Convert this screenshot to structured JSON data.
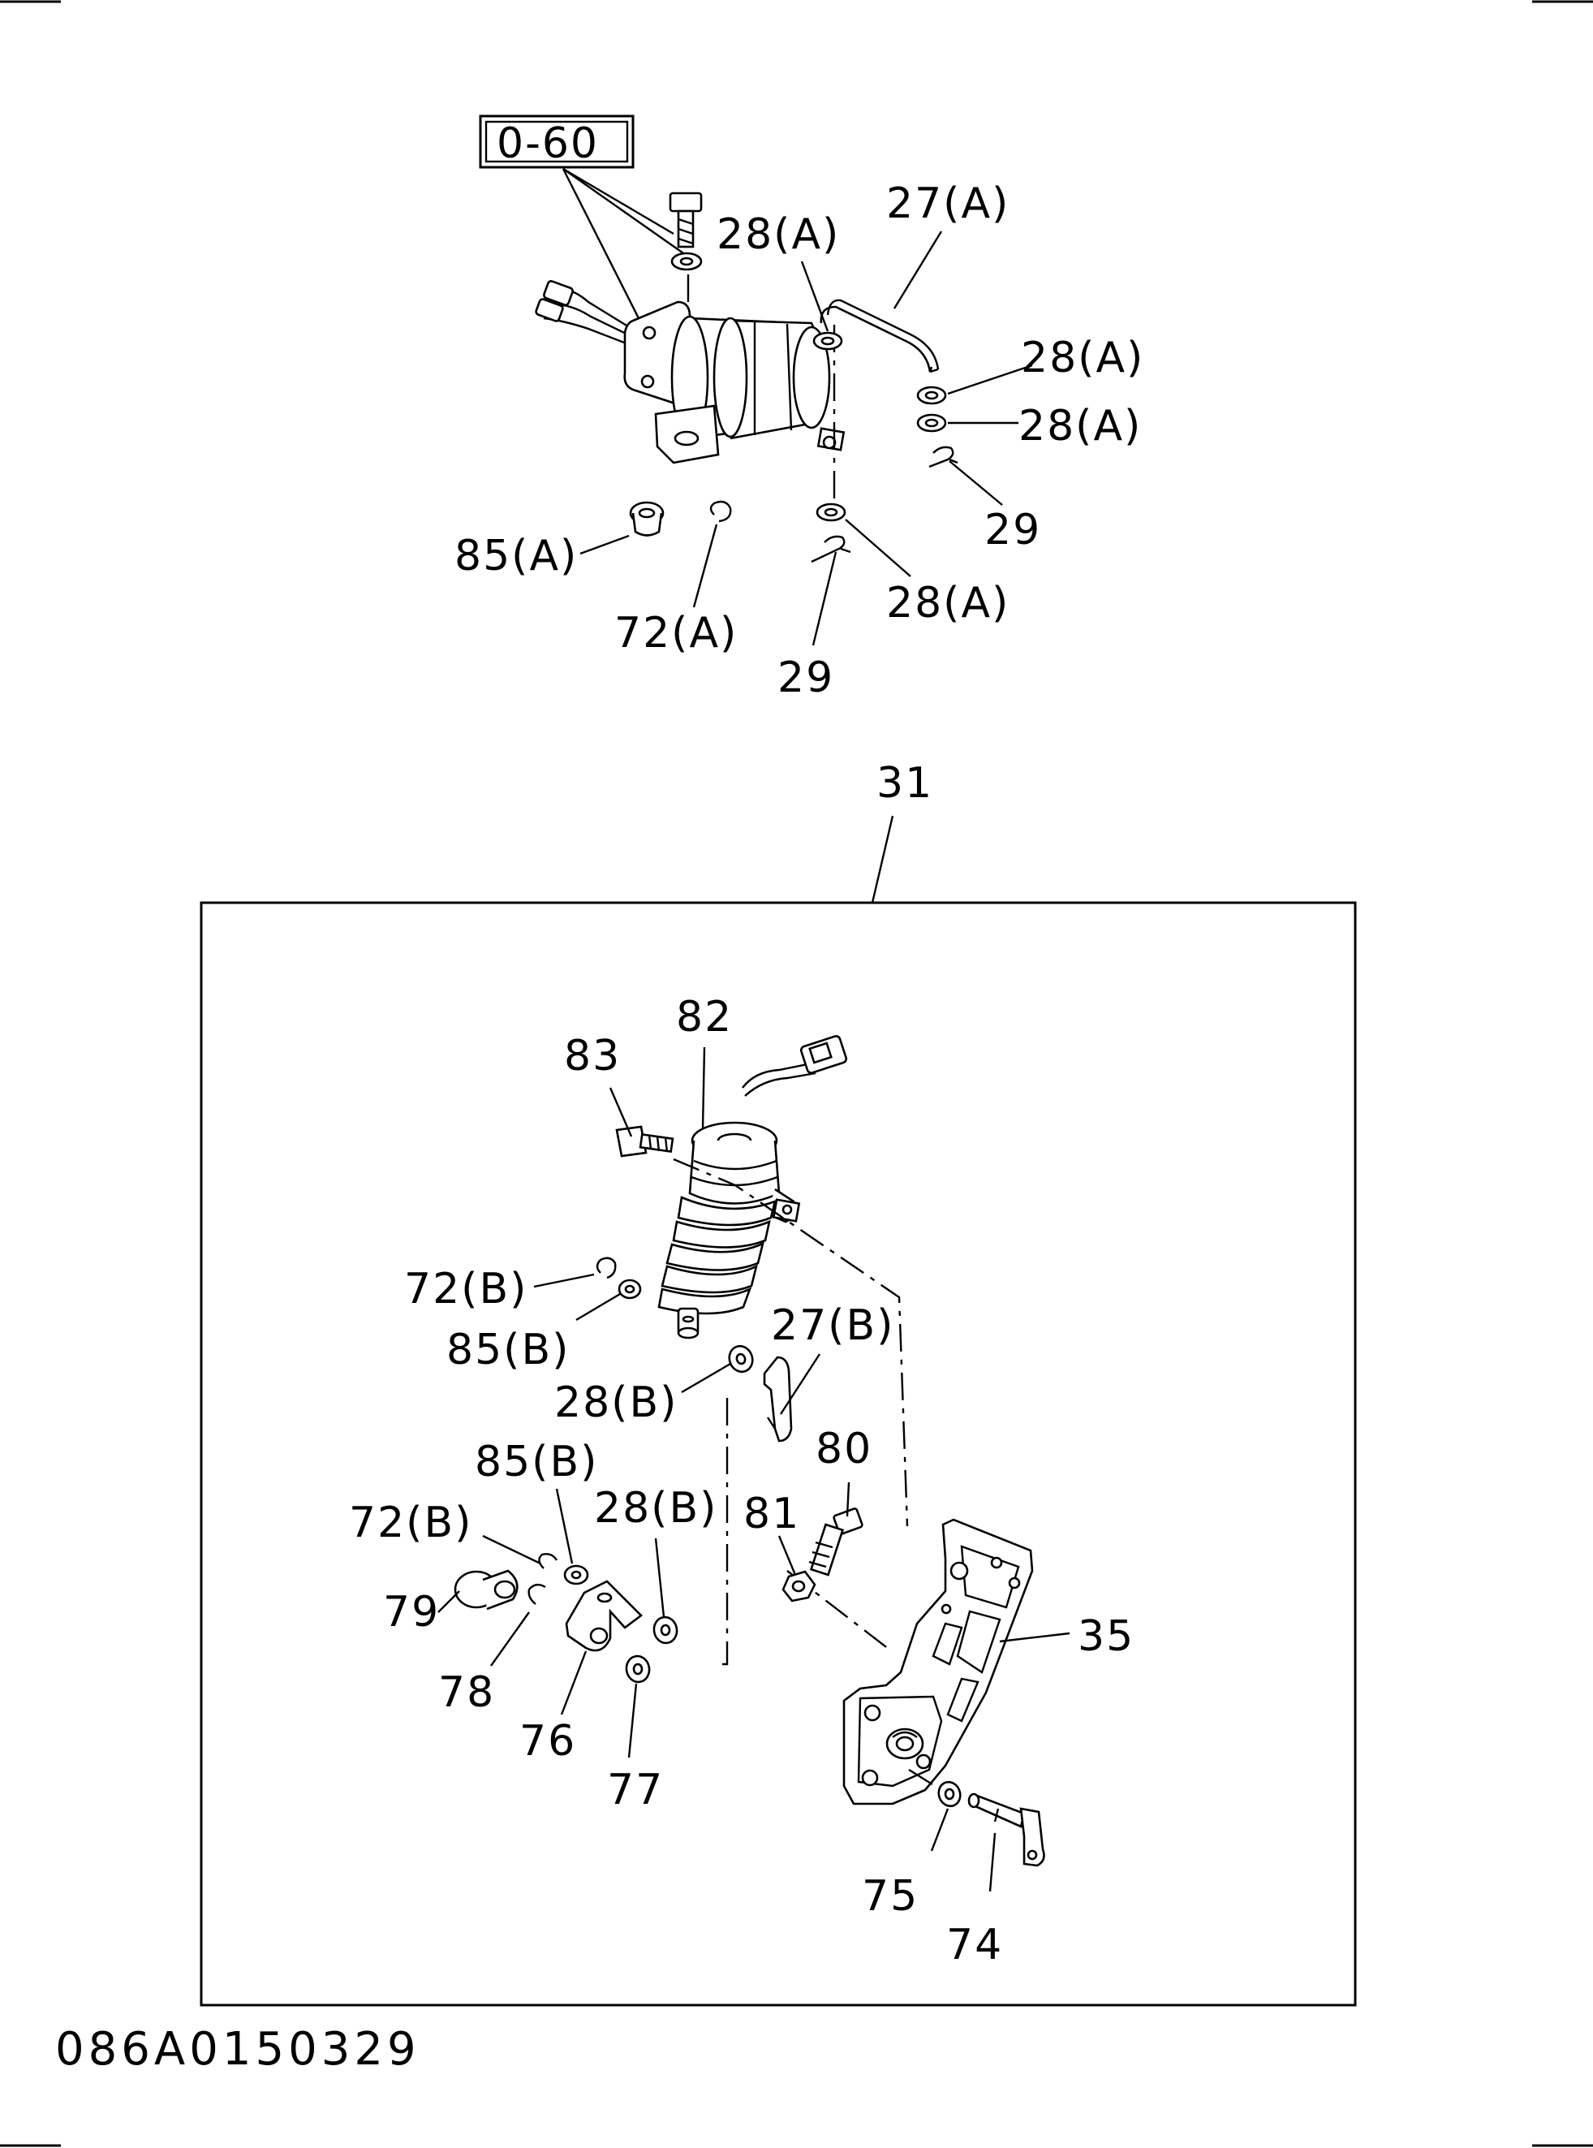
{
  "ref_box_label": "0-60",
  "callouts": {
    "top": {
      "p27a": "27(A)",
      "p28a_1": "28(A)",
      "p28a_2": "28(A)",
      "p28a_3": "28(A)",
      "p28a_4": "28(A)",
      "p29_1": "29",
      "p29_2": "29",
      "p85a": "85(A)",
      "p72a": "72(A)"
    },
    "assembly_label": "31",
    "bottom": {
      "p82": "82",
      "p83": "83",
      "p72b_1": "72(B)",
      "p85b_1": "85(B)",
      "p27b": "27(B)",
      "p28b_1": "28(B)",
      "p85b_2": "85(B)",
      "p72b_2": "72(B)",
      "p28b_2": "28(B)",
      "p80": "80",
      "p81": "81",
      "p35": "35",
      "p79": "79",
      "p78": "78",
      "p76": "76",
      "p77": "77",
      "p75": "75",
      "p74": "74"
    }
  },
  "drawing_number": "086A0150329"
}
